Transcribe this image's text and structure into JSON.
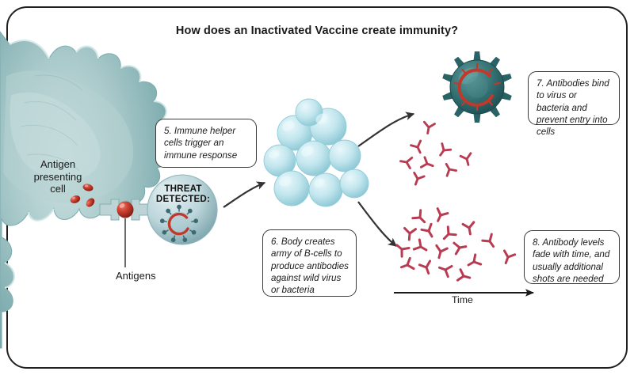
{
  "frame": {
    "border_color": "#231f20",
    "background": "#ffffff"
  },
  "header": {
    "title": "How does an Inactivated Vaccine create immunity?"
  },
  "labels": {
    "antigen_presenting_cell": "Antigen\npresenting\ncell",
    "antigen_presenting_cell_lines": [
      "Antigen",
      "presenting",
      "cell"
    ],
    "antigens": "Antigens",
    "threat_detected_lines": [
      "THREAT",
      "DETECTED:"
    ],
    "time_axis": "Time"
  },
  "callouts": [
    {
      "id": "step-5",
      "number": "5.",
      "text": "5. Immune helper cells trigger an immune response"
    },
    {
      "id": "step-6",
      "number": "6.",
      "text": "6. Body creates army of B-cells to produce antibodies against wild virus or bacteria"
    },
    {
      "id": "step-7",
      "number": "7.",
      "text": "7. Antibodies bind to virus or bacteria and prevent entry into cells"
    },
    {
      "id": "step-8",
      "number": "8.",
      "text": "8. Antibody levels fade with time, and usually additional shots are needed"
    }
  ],
  "graphics": {
    "apc": {
      "name": "antigen-presenting-cell",
      "fill": "#9cc3c4",
      "fill_dark": "#4a8b8d",
      "highlight": "#d7e8e8"
    },
    "tcell": {
      "name": "immune-helper-cell",
      "fill": "#b9d3d8",
      "fill_dark": "#7ea3ab"
    },
    "bcell_cluster": {
      "name": "b-cell-cluster",
      "fill": "#bfe4ec",
      "fill_dark": "#8dc7d4",
      "count": 9
    },
    "virus": {
      "name": "virus-particle",
      "body": "#2f6f72",
      "spike": "#2a6366",
      "rna": "#c0392b"
    },
    "antigen": {
      "name": "antigen",
      "fill": "#c0392b",
      "highlight": "#e8685a"
    },
    "antibody": {
      "name": "antibody",
      "color": "#b93b52"
    },
    "arrow": {
      "color": "#333333"
    }
  },
  "colors": {
    "accent_teal": "#4a8b8d",
    "antibody_red": "#b93b52",
    "antigen_red": "#c0392b",
    "ink": "#231f20"
  }
}
